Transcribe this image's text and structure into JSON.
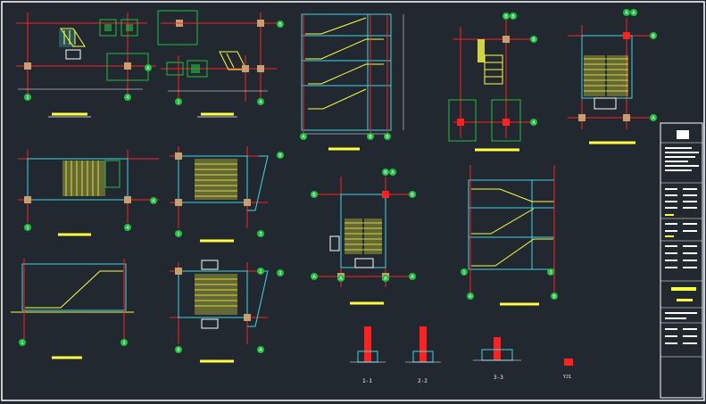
{
  "drawing": {
    "background": "#212830",
    "colors": {
      "frame": "#ffffff",
      "axis": "#ff2020",
      "wall": "#40d8e8",
      "stair": "#ffff40",
      "column": "#c8a070",
      "note": "#ffffff",
      "tag": "#20c040",
      "title_bar": "#ffff40",
      "rebar": "#ff2020"
    },
    "axis_tags": [
      "1",
      "4",
      "1",
      "4",
      "B",
      "A",
      "1",
      "4",
      "1",
      "3",
      "B",
      "A",
      "1",
      "3",
      "B",
      "A",
      "B",
      "A",
      "B",
      "A",
      "1",
      "3",
      "B",
      "A",
      "1",
      "3",
      "B",
      "A",
      "A",
      "B",
      "A",
      "B",
      "B",
      "A",
      "A",
      "B",
      "B",
      "A",
      "A",
      "B",
      "A"
    ],
    "section_labels": [
      "1-1",
      "2-2",
      "3-3",
      "YJ1"
    ],
    "title_block": {
      "logo": "logo-icon"
    }
  }
}
